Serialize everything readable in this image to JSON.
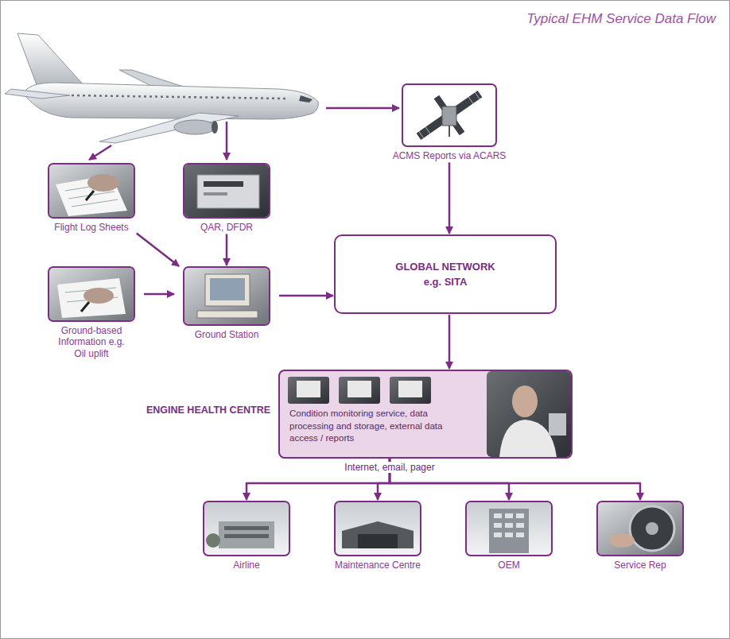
{
  "diagram": {
    "title": "Typical EHM Service Data Flow",
    "nodes": [
      {
        "text": [
          "Flight Log Sheets"
        ]
      },
      {
        "text": [
          "QAR, DFDR"
        ]
      },
      {
        "text": [
          "ACMS Reports via ACARS"
        ]
      },
      {
        "text": [
          "Ground-based Information e.g. Oil uplift"
        ]
      },
      {
        "text": [
          "Ground Station"
        ]
      },
      {
        "text": [
          "GLOBAL NETWORK e.g. SITA"
        ]
      },
      {
        "text": [
          "ENGINE HEALTH CENTRE",
          "Condition monitoring service, data processing and storage, external data access / reports"
        ]
      },
      {
        "text": [
          "Airline"
        ]
      },
      {
        "text": [
          "Maintenance Centre"
        ]
      },
      {
        "text": [
          "OEM"
        ]
      },
      {
        "text": [
          "Service Rep"
        ]
      }
    ],
    "edges": [
      {
        "from": 2,
        "to": 5,
        "arrow": "to"
      },
      {
        "from": 0,
        "to": 4,
        "arrow": "to"
      },
      {
        "from": 1,
        "to": 4,
        "arrow": "to"
      },
      {
        "from": 3,
        "to": 4,
        "arrow": "to"
      },
      {
        "from": 4,
        "to": 5,
        "arrow": "to"
      },
      {
        "from": 5,
        "to": 6,
        "arrow": "to"
      },
      {
        "from": 6,
        "to": 7,
        "arrow": "to"
      },
      {
        "from": 6,
        "to": 8,
        "arrow": "to"
      },
      {
        "from": 6,
        "to": 9,
        "arrow": "to"
      },
      {
        "from": 6,
        "to": 10,
        "arrow": "to"
      }
    ],
    "labels": [
      "Internet, email, pager"
    ]
  }
}
